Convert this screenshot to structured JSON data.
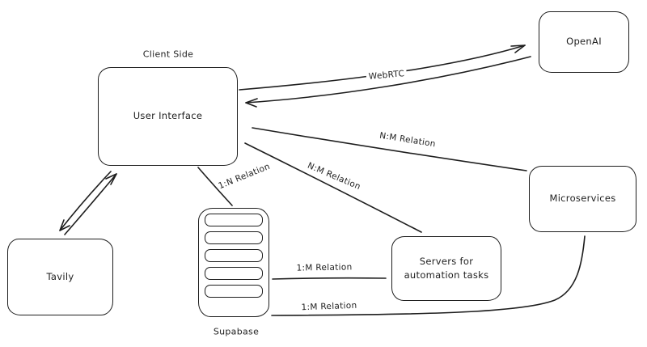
{
  "diagram": {
    "colors": {
      "stroke": "#1e1e1e",
      "background": "#ffffff"
    },
    "annotations": {
      "client_side": "Client Side"
    },
    "nodes": {
      "user_interface": {
        "label": "User Interface"
      },
      "openai": {
        "label": "OpenAI"
      },
      "microservices": {
        "label": "Microservices"
      },
      "tavily": {
        "label": "Tavily"
      },
      "servers": {
        "label": "Servers for automation tasks"
      },
      "supabase": {
        "label": "Supabase",
        "icon": "database-icon"
      }
    },
    "edges": {
      "webrtc": {
        "label": "WebRTC",
        "from": "user_interface",
        "to": "openai",
        "style": "double-arrow"
      },
      "ui_microservices": {
        "label": "N:M Relation",
        "from": "user_interface",
        "to": "microservices",
        "style": "line"
      },
      "ui_servers": {
        "label": "N:M Relation",
        "from": "user_interface",
        "to": "servers",
        "style": "line"
      },
      "ui_supabase": {
        "label": "1:N Relation",
        "from": "user_interface",
        "to": "supabase",
        "style": "line"
      },
      "ui_tavily": {
        "from": "user_interface",
        "to": "tavily",
        "style": "double-arrow"
      },
      "supabase_servers": {
        "label": "1:M Relation",
        "from": "supabase",
        "to": "servers",
        "style": "line"
      },
      "supabase_microservices": {
        "label": "1:M Relation",
        "from": "supabase",
        "to": "microservices",
        "style": "line"
      }
    }
  }
}
